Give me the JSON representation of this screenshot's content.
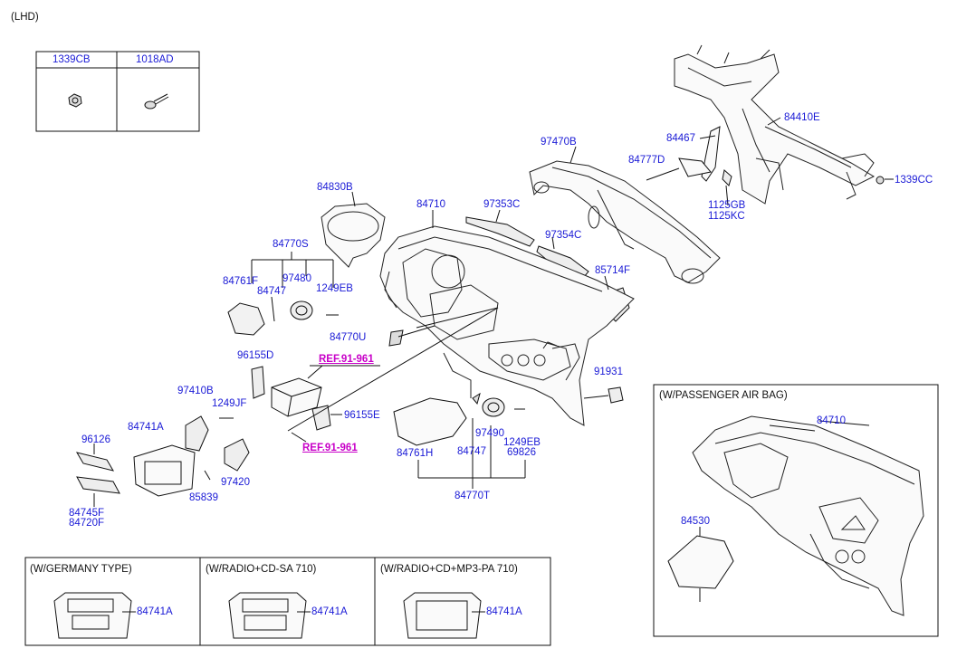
{
  "header": {
    "variant": "(LHD)"
  },
  "fastener_table": {
    "col1": "1339CB",
    "col2": "1018AD"
  },
  "parts": {
    "p84410E": "84410E",
    "p84467": "84467",
    "p84777D": "84777D",
    "p1125GB": "1125GB",
    "p1125KC": "1125KC",
    "p1339CC": "1339CC",
    "p97470B": "97470B",
    "p84830B": "84830B",
    "p84710": "84710",
    "p97353C": "97353C",
    "p97354C": "97354C",
    "p85714F": "85714F",
    "p84770S": "84770S",
    "p84761F": "84761F",
    "p97480": "97480",
    "p84747a": "84747",
    "p1249EBa": "1249EB",
    "p84770U": "84770U",
    "p96155D": "96155D",
    "p96155E": "96155E",
    "p97410B": "97410B",
    "p1249JF": "1249JF",
    "p84741A": "84741A",
    "p96126": "96126",
    "p97420": "97420",
    "p85839": "85839",
    "p84745F": "84745F",
    "p84720F": "84720F",
    "p91931": "91931",
    "p84761H": "84761H",
    "p84747b": "84747",
    "p97490": "97490",
    "p1249EBb": "1249EB",
    "p69826": "69826",
    "p84770T": "84770T"
  },
  "refs": {
    "ref1": "REF.91-961",
    "ref2": "REF.91-961"
  },
  "passenger_box": {
    "title": "(W/PASSENGER AIR BAG)",
    "p84710": "84710",
    "p84530": "84530"
  },
  "variants": [
    {
      "title": "(W/GERMANY TYPE)",
      "part": "84741A"
    },
    {
      "title": "(W/RADIO+CD-SA 710)",
      "part": "84741A"
    },
    {
      "title": "(W/RADIO+CD+MP3-PA 710)",
      "part": "84741A"
    }
  ],
  "colors": {
    "label": "#1a1ad6",
    "ref": "#c800c8",
    "line": "#000000"
  }
}
